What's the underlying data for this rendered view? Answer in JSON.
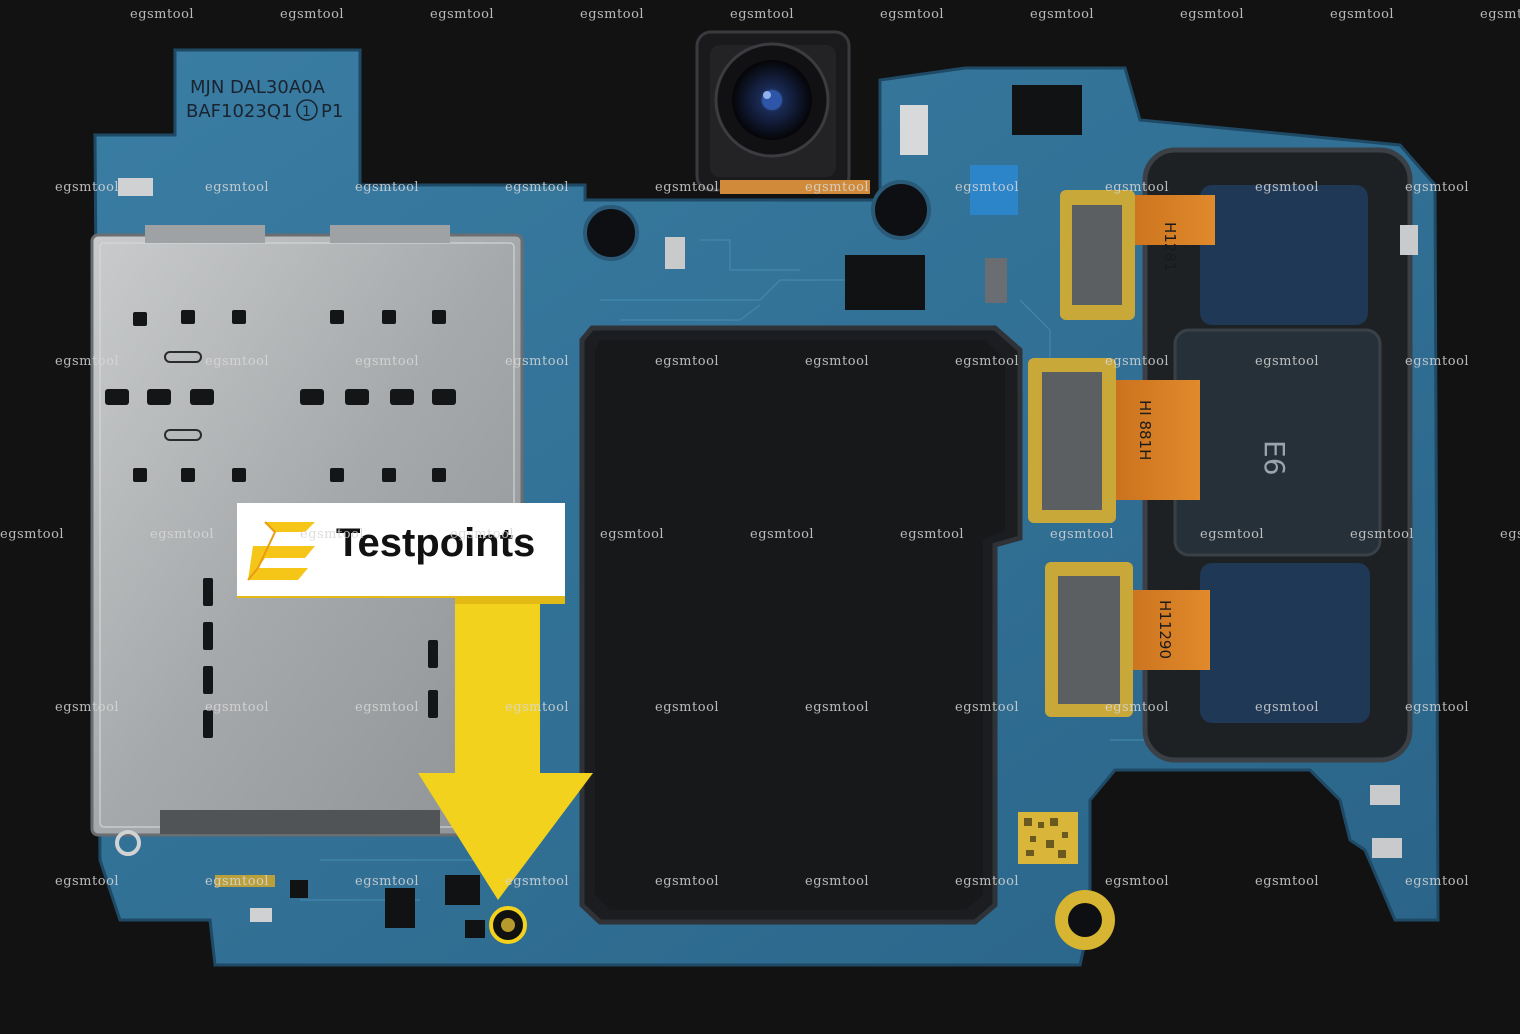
{
  "board_silkscreen": {
    "line1": "MJN DAL30A0A",
    "line2": "BAF1023Q1",
    "rev_circle": "1",
    "line2_suffix": "P1"
  },
  "connector_labels": [
    "H1281",
    "HI 881H",
    "H11290"
  ],
  "chip_marking": "E6",
  "banner": {
    "label": "Testpoints",
    "accent_color": "#f5c518",
    "arrow_color": "#f2d21c"
  },
  "watermark": "egsmtool",
  "colors": {
    "background": "#121212",
    "pcb": "#2f6f94",
    "shield": "#1c1f22"
  }
}
